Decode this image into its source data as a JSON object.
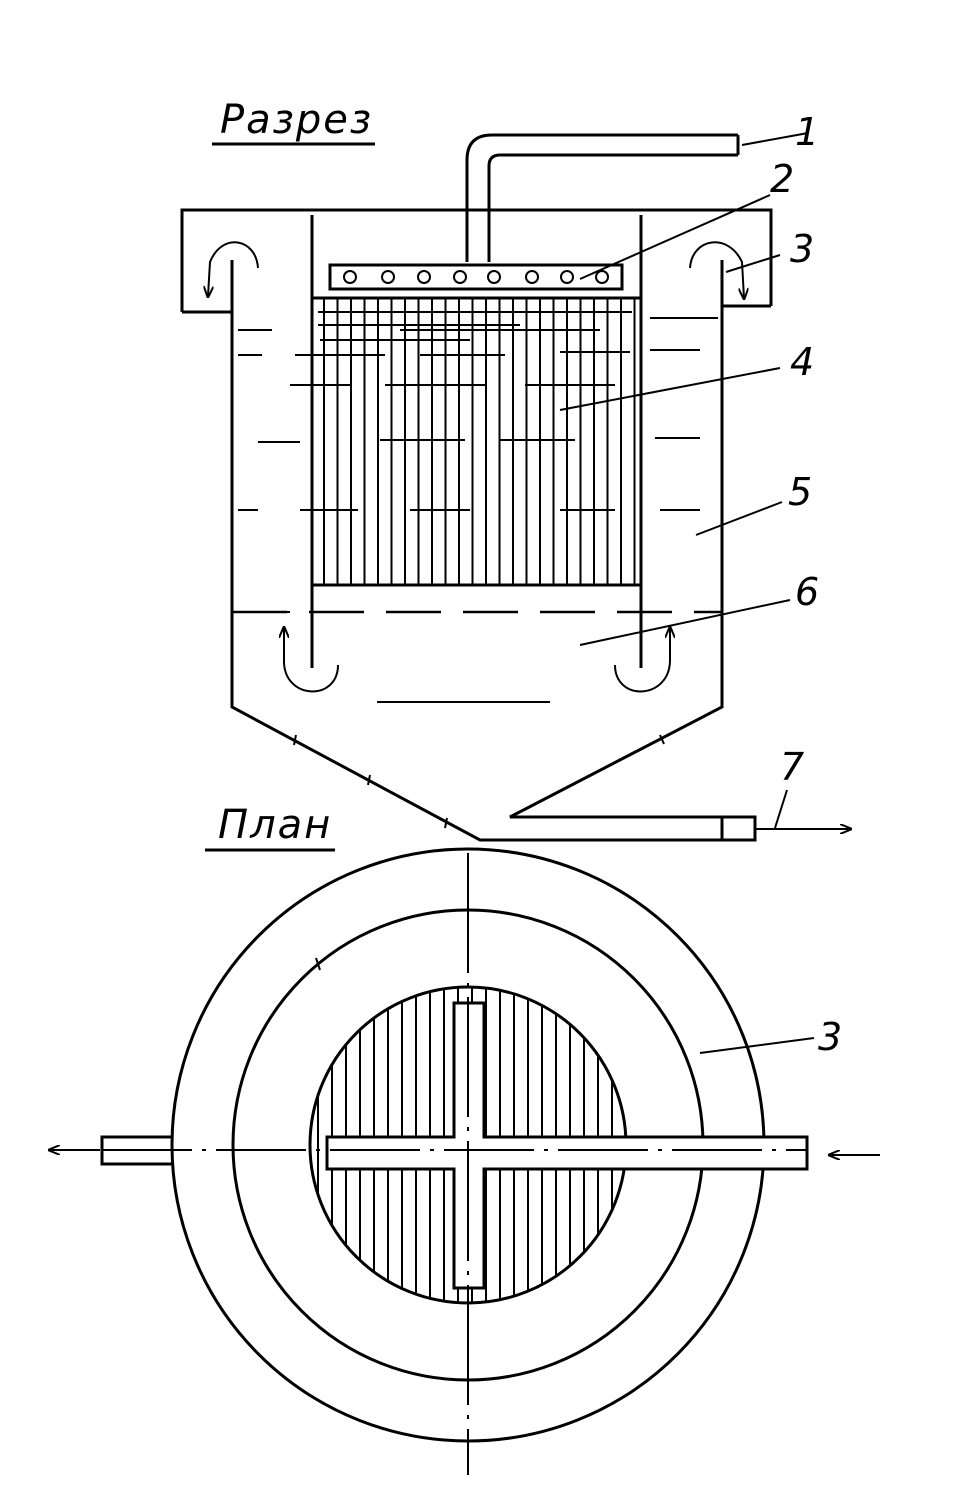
{
  "section_title": "Разрез",
  "plan_title": "План",
  "callouts": {
    "c1": "1",
    "c2": "2",
    "c3": "3",
    "c4": "4",
    "c5": "5",
    "c6": "6",
    "c7": "7",
    "c3_plan": "3"
  }
}
